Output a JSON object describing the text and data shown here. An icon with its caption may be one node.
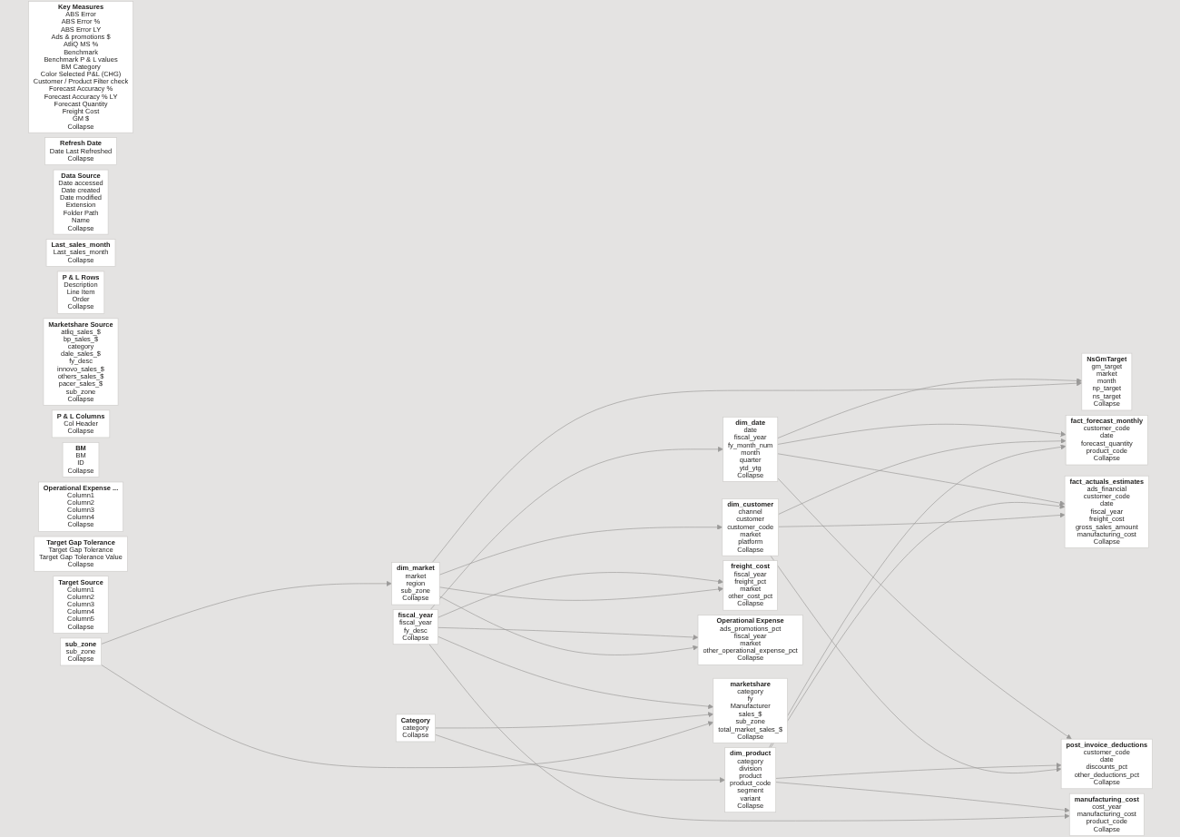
{
  "diagram": {
    "nodes": [
      {
        "text": [
          "Key Measures",
          "ABS Error",
          "ABS Error %",
          "ABS Error LY",
          "Ads & promotions $",
          "AtliQ MS %",
          "Benchmark",
          "Benchmark P & L values",
          "BM Category",
          "Color Selected P&L (CHG)",
          "Customer / Product Filter check",
          "Forecast Accuracy %",
          "Forecast Accuracy % LY",
          "Forecast Quantity",
          "Freight Cost",
          "GM $",
          "Collapse"
        ]
      },
      {
        "text": [
          "dim_date",
          "date",
          "fiscal_year",
          "fy_month_num",
          "month",
          "quarter",
          "ytd_ytg",
          "Collapse"
        ]
      },
      {
        "text": [
          "dim_customer",
          "channel",
          "customer",
          "customer_code",
          "market",
          "platform",
          "Collapse"
        ]
      },
      {
        "text": [
          "Refresh Date",
          "Date Last Refreshed",
          "Collapse"
        ]
      },
      {
        "text": [
          "Data Source",
          "Date accessed",
          "Date created",
          "Date modified",
          "Extension",
          "Folder Path",
          "Name",
          "Collapse"
        ]
      },
      {
        "text": [
          "fiscal_year",
          "fiscal_year",
          "fy_desc",
          "Collapse"
        ]
      },
      {
        "text": [
          "fact_forecast_monthly",
          "customer_code",
          "date",
          "forecast_quantity",
          "product_code",
          "Collapse"
        ]
      },
      {
        "text": [
          "Last_sales_month",
          "Last_sales_month",
          "Collapse"
        ]
      },
      {
        "text": [
          "fact_actuals_estimates",
          "ads_financial",
          "customer_code",
          "date",
          "fiscal_year",
          "freight_cost",
          "gross_sales_amount",
          "manufacturing_cost",
          "Collapse"
        ]
      },
      {
        "text": [
          "P & L Rows",
          "Description",
          "Line Item",
          "Order",
          "Collapse"
        ]
      },
      {
        "text": [
          "Marketshare Source",
          "atliq_sales_$",
          "bp_sales_$",
          "category",
          "dale_sales_$",
          "fy_desc",
          "innovo_sales_$",
          "others_sales_$",
          "pacer_sales_$",
          "sub_zone",
          "Collapse"
        ]
      },
      {
        "text": [
          "Category",
          "category",
          "Collapse"
        ]
      },
      {
        "text": [
          "P & L Columns",
          "Col Header",
          "Collapse"
        ]
      },
      {
        "text": [
          "dim_product",
          "category",
          "division",
          "product",
          "product_code",
          "segment",
          "variant",
          "Collapse"
        ]
      },
      {
        "text": [
          "post_invoice_deductions",
          "customer_code",
          "date",
          "discounts_pct",
          "other_deductions_pct",
          "Collapse"
        ]
      },
      {
        "text": [
          "BM",
          "BM",
          "ID",
          "Collapse"
        ]
      },
      {
        "text": [
          "dim_market",
          "market",
          "region",
          "sub_zone",
          "Collapse"
        ]
      },
      {
        "text": [
          "Operational Expense ...",
          "Column1",
          "Column2",
          "Column3",
          "Column4",
          "Collapse"
        ]
      },
      {
        "text": [
          "manufacturing_cost",
          "cost_year",
          "manufacturing_cost",
          "product_code",
          "Collapse"
        ]
      },
      {
        "text": [
          "Target Gap Tolerance",
          "Target Gap Tolerance",
          "Target Gap Tolerance Value",
          "Collapse"
        ]
      },
      {
        "text": [
          "Target Source",
          "Column1",
          "Column2",
          "Column3",
          "Column4",
          "Column5",
          "Collapse"
        ]
      },
      {
        "text": [
          "freight_cost",
          "fiscal_year",
          "freight_pct",
          "market",
          "other_cost_pct",
          "Collapse"
        ]
      },
      {
        "text": [
          "Operational Expense",
          "ads_promotions_pct",
          "fiscal_year",
          "market",
          "other_operational_expense_pct",
          "Collapse"
        ]
      },
      {
        "text": [
          "NsGmTarget",
          "gm_target",
          "market",
          "month",
          "np_target",
          "ns_target",
          "Collapse"
        ]
      },
      {
        "text": [
          "sub_zone",
          "sub_zone",
          "Collapse"
        ]
      },
      {
        "text": [
          "marketshare",
          "category",
          "fy",
          "Manufacturer",
          "sales_$",
          "sub_zone",
          "total_market_sales_$",
          "Collapse"
        ]
      }
    ],
    "edges": [
      {
        "from": 5,
        "to": 1,
        "arrow": "to"
      },
      {
        "from": 1,
        "to": 6,
        "arrow": "to"
      },
      {
        "from": 2,
        "to": 6,
        "arrow": "to"
      },
      {
        "from": 13,
        "to": 6,
        "arrow": "to"
      },
      {
        "from": 1,
        "to": 8,
        "arrow": "to"
      },
      {
        "from": 13,
        "to": 8,
        "arrow": "to"
      },
      {
        "from": 2,
        "to": 8,
        "arrow": "to"
      },
      {
        "from": 1,
        "to": 14,
        "arrow": "to"
      },
      {
        "from": 13,
        "to": 14,
        "arrow": "to"
      },
      {
        "from": 2,
        "to": 14,
        "arrow": "to"
      },
      {
        "from": 13,
        "to": 18,
        "arrow": "to"
      },
      {
        "from": 5,
        "to": 18,
        "arrow": "to"
      },
      {
        "from": 5,
        "to": 21,
        "arrow": "to"
      },
      {
        "from": 16,
        "to": 21,
        "arrow": "to"
      },
      {
        "from": 5,
        "to": 22,
        "arrow": "to"
      },
      {
        "from": 16,
        "to": 22,
        "arrow": "to"
      },
      {
        "from": 1,
        "to": 23,
        "arrow": "to"
      },
      {
        "from": 16,
        "to": 23,
        "arrow": "to"
      },
      {
        "from": 5,
        "to": 25,
        "arrow": "to"
      },
      {
        "from": 11,
        "to": 25,
        "arrow": "to"
      },
      {
        "from": 24,
        "to": 25,
        "arrow": "to"
      },
      {
        "from": 11,
        "to": 13,
        "arrow": "to"
      },
      {
        "from": 16,
        "to": 2,
        "arrow": "to"
      },
      {
        "from": 24,
        "to": 16,
        "arrow": "to"
      }
    ]
  }
}
